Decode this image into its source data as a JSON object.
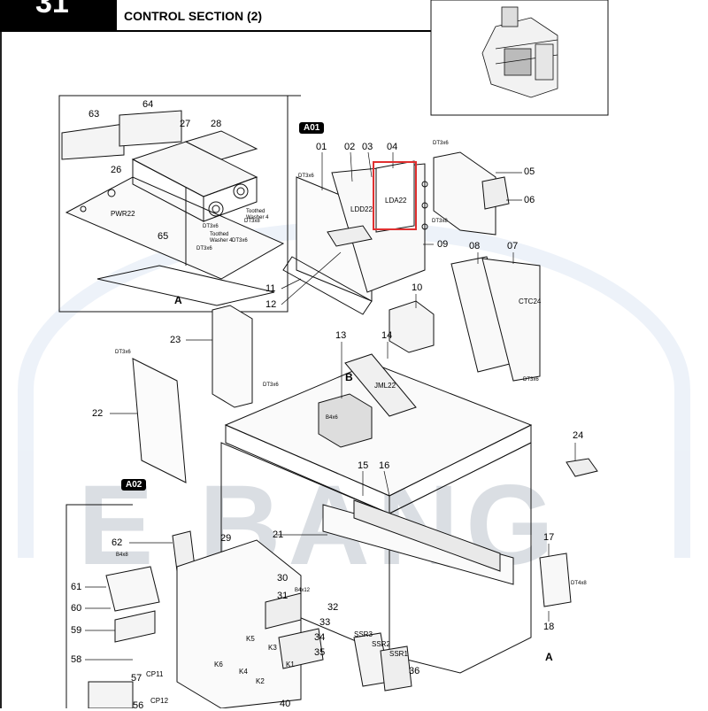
{
  "header": {
    "tab_number": "31",
    "title": "CONTROL SECTION (2)"
  },
  "watermark": "E BANG",
  "section_tags": {
    "a01": "A01",
    "a02": "A02"
  },
  "letters": {
    "a_top": "A",
    "b": "B",
    "a_right": "A"
  },
  "callouts": {
    "c01": "01",
    "c02": "02",
    "c03": "03",
    "c04": "04",
    "c05": "05",
    "c06": "06",
    "c07": "07",
    "c08": "08",
    "c09": "09",
    "c10": "10",
    "c11": "11",
    "c12": "12",
    "c13": "13",
    "c14": "14",
    "c15": "15",
    "c16": "16",
    "c17": "17",
    "c18": "18",
    "c21": "21",
    "c22": "22",
    "c23": "23",
    "c24": "24",
    "c26": "26",
    "c27": "27",
    "c28": "28",
    "c29": "29",
    "c30": "30",
    "c31": "31",
    "c32": "32",
    "c33": "33",
    "c34": "34",
    "c35": "35",
    "c36": "36",
    "c40": "40",
    "c56": "56",
    "c57": "57",
    "c58": "58",
    "c59": "59",
    "c60": "60",
    "c61": "61",
    "c62": "62",
    "c63": "63",
    "c64": "64",
    "c65": "65"
  },
  "board_labels": {
    "pwr22": "PWR22",
    "ldd22": "LDD22",
    "lda22": "LDA22",
    "ctc24": "CTC24",
    "jml22": "JML22",
    "ssr3": "SSR3",
    "ssr2": "SSR2",
    "ssr1": "SSR1",
    "k1": "K1",
    "k2": "K2",
    "k3": "K3",
    "k4": "K4",
    "k5": "K5",
    "k6": "K6",
    "cp11": "CP11",
    "cp12": "CP12"
  },
  "screw_labels": {
    "dt3x6_a": "DT3x6",
    "dt3x6_b": "DT3x6",
    "dt3x6_c": "DT3x6",
    "dt3x6_d": "DT3x6",
    "dt3x6_e": "DT3x6",
    "dt3x6_f": "DT3x6",
    "dt3x6_g": "DT3x6",
    "dt3x6_h": "DT3x6",
    "dt3x8_a": "DT3x8",
    "dt3x8_b": "DT3x8",
    "dt4x8": "DT4x8",
    "b4x6": "B4x6",
    "b4x8": "B4x8",
    "b4x12": "B4x12",
    "toothed_1": "Toothed Washer 4",
    "toothed_2": "Toothed Washer 4"
  }
}
